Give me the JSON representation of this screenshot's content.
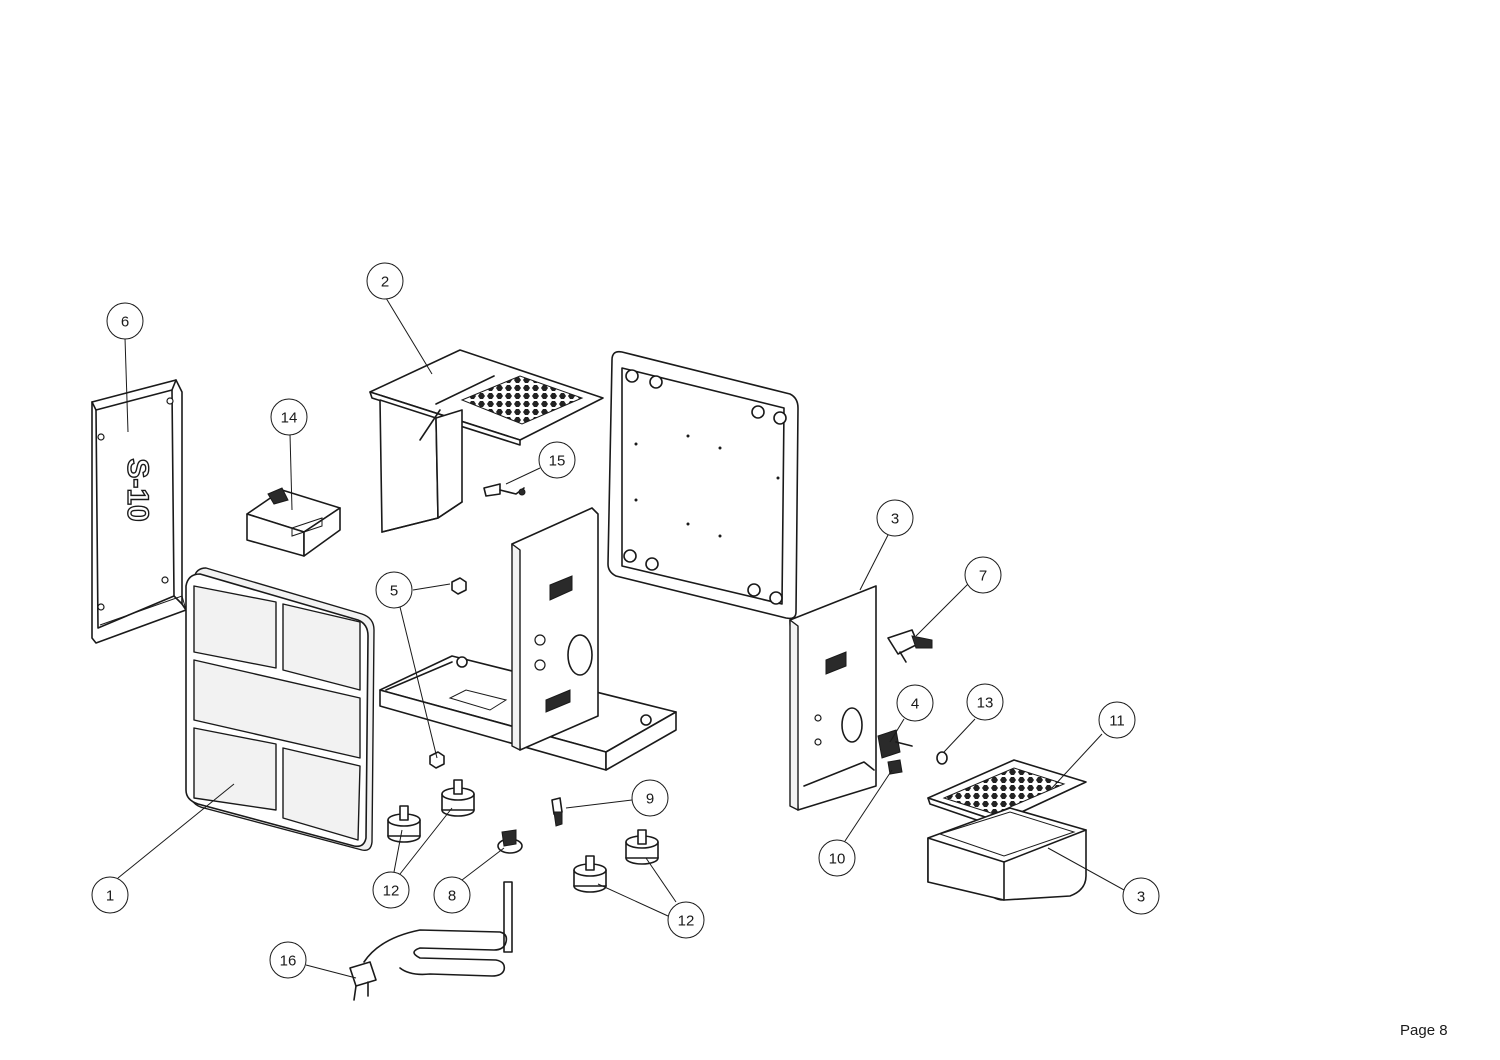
{
  "diagram": {
    "type": "exploded-parts-view",
    "balloons": [
      {
        "id": "b1",
        "label": "1"
      },
      {
        "id": "b2",
        "label": "2"
      },
      {
        "id": "b3a",
        "label": "3"
      },
      {
        "id": "b3b",
        "label": "3"
      },
      {
        "id": "b4",
        "label": "4"
      },
      {
        "id": "b5",
        "label": "5"
      },
      {
        "id": "b6",
        "label": "6"
      },
      {
        "id": "b7",
        "label": "7"
      },
      {
        "id": "b8",
        "label": "8"
      },
      {
        "id": "b9",
        "label": "9"
      },
      {
        "id": "b10",
        "label": "10"
      },
      {
        "id": "b11",
        "label": "11"
      },
      {
        "id": "b12a",
        "label": "12"
      },
      {
        "id": "b12b",
        "label": "12"
      },
      {
        "id": "b13",
        "label": "13"
      },
      {
        "id": "b14",
        "label": "14"
      },
      {
        "id": "b15",
        "label": "15"
      },
      {
        "id": "b16",
        "label": "16"
      }
    ],
    "panel_lettering": "S-10"
  },
  "footer": {
    "page_label": "Page 8"
  }
}
